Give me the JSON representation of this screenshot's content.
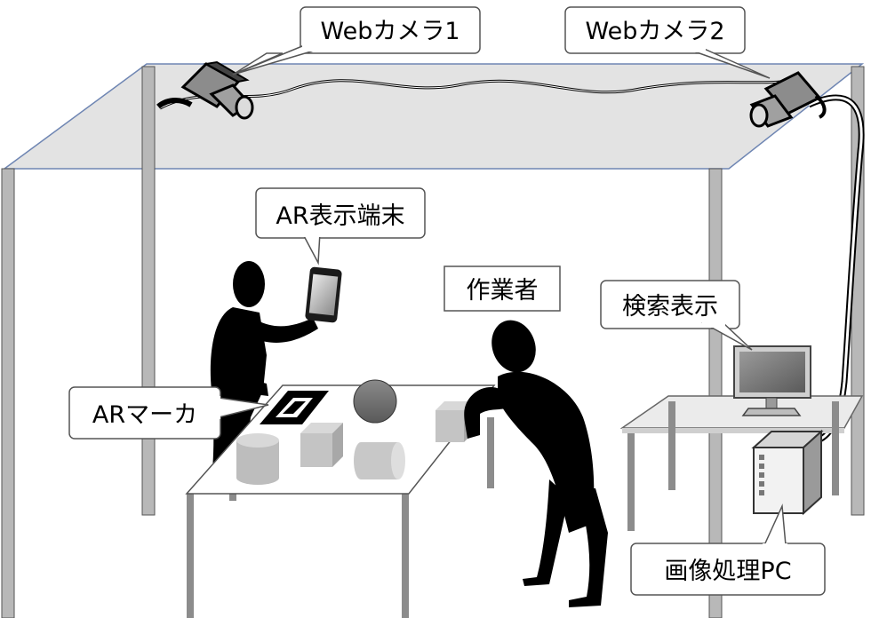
{
  "labels": {
    "camera1": "Webカメラ1",
    "camera2": "Webカメラ2",
    "ar_device": "AR表示端末",
    "worker": "作業者",
    "search_display": "検索表示",
    "ar_marker": "ARマーカ",
    "image_pc": "画像処理PC"
  },
  "colors": {
    "ceiling": "#e3e3e3",
    "ceiling_edge": "#6f86b3",
    "pole": "#b8b8b8",
    "table_leg": "#8c8c8c",
    "silhouette": "#000000",
    "object_gray": "#bdbdbd"
  }
}
